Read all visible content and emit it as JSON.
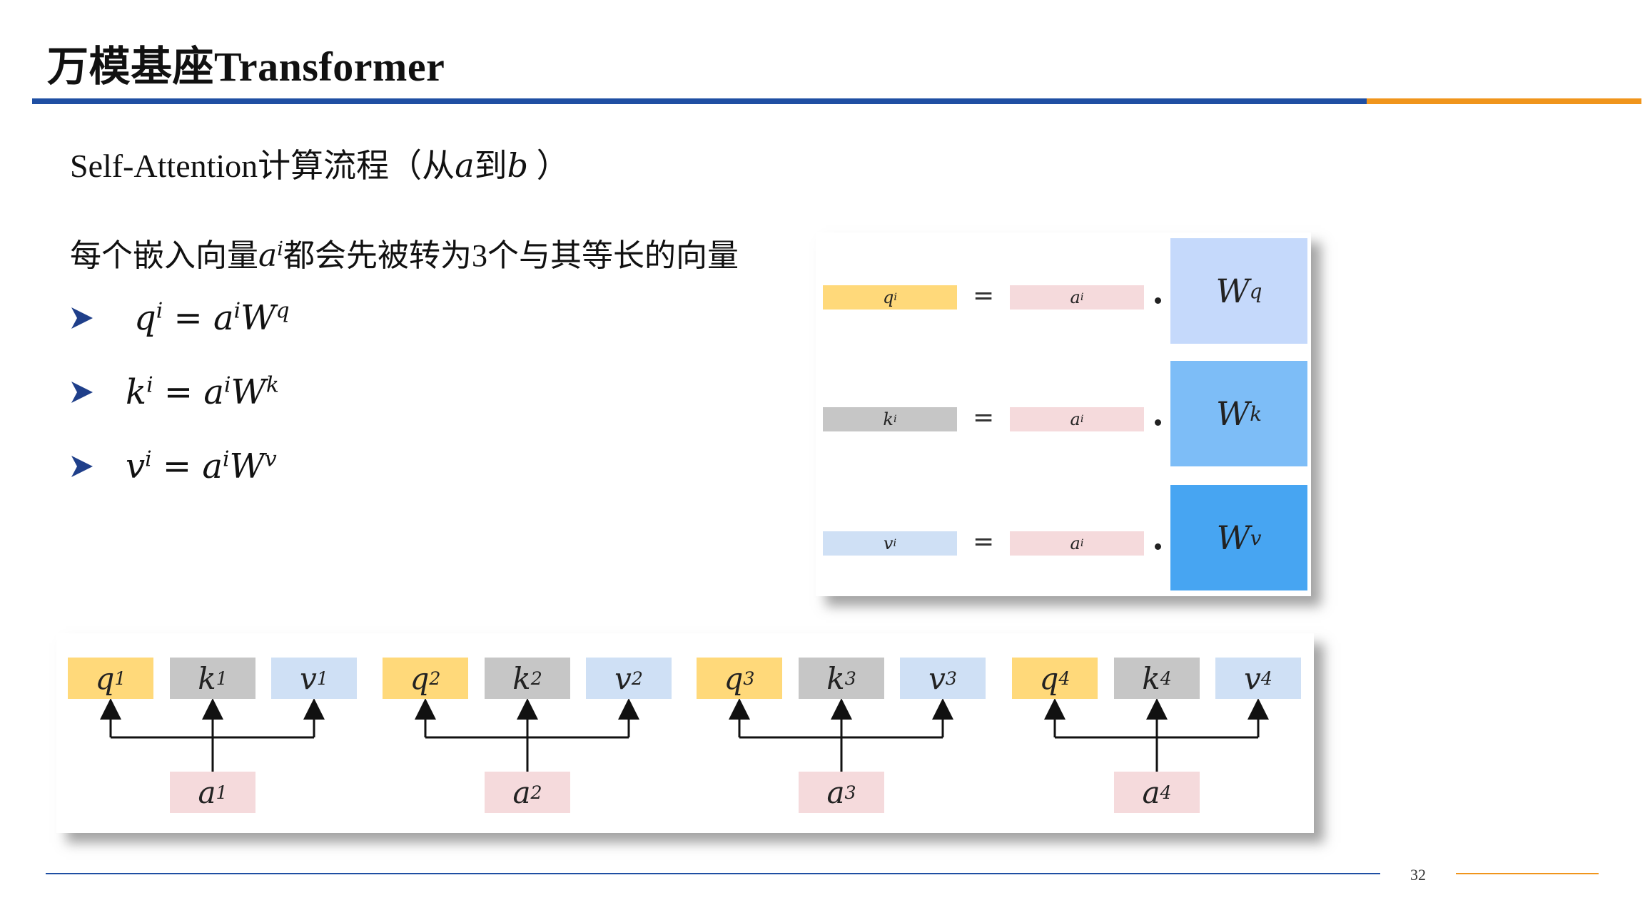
{
  "slide": {
    "title": "万模基座Transformer",
    "subtitle_pre": "Self-Attention计算流程（从",
    "subtitle_a": "a",
    "subtitle_mid": "到",
    "subtitle_b": "b",
    "subtitle_post": " ）",
    "intro_pre": "每个嵌入向量",
    "intro_var": "a",
    "intro_sup": "i",
    "intro_post": "都会先被转为3个与其等长的向量",
    "page_number": "32"
  },
  "equations": [
    {
      "lhs": "q",
      "lhs_sup": "i",
      "op": " = ",
      "rhs": "a",
      "rhs_sup": "i",
      "w": "W",
      "w_sup": "q"
    },
    {
      "lhs": "k",
      "lhs_sup": "i",
      "op": " = ",
      "rhs": "a",
      "rhs_sup": "i",
      "w": "W",
      "w_sup": "k"
    },
    {
      "lhs": "v",
      "lhs_sup": "i",
      "op": " = ",
      "rhs": "a",
      "rhs_sup": "i",
      "w": "W",
      "w_sup": "v"
    }
  ],
  "matrix_panel": {
    "rows": [
      {
        "vec": "q",
        "sup": "i",
        "equals": "=",
        "input": "a",
        "input_sup": "i",
        "w": "W",
        "w_sup": "q",
        "vec_color": "#ffd97a",
        "w_color": "#c5d9fb"
      },
      {
        "vec": "k",
        "sup": "i",
        "equals": "=",
        "input": "a",
        "input_sup": "i",
        "w": "W",
        "w_sup": "k",
        "vec_color": "#c6c6c6",
        "w_color": "#7dbdf7"
      },
      {
        "vec": "v",
        "sup": "i",
        "equals": "=",
        "input": "a",
        "input_sup": "i",
        "w": "W",
        "w_sup": "v",
        "vec_color": "#cfe0f5",
        "w_color": "#47a5f2"
      }
    ],
    "input_color": "#f5dadc"
  },
  "groups": [
    {
      "q": "q",
      "k": "k",
      "v": "v",
      "a": "a",
      "idx": "1"
    },
    {
      "q": "q",
      "k": "k",
      "v": "v",
      "a": "a",
      "idx": "2"
    },
    {
      "q": "q",
      "k": "k",
      "v": "v",
      "a": "a",
      "idx": "3"
    },
    {
      "q": "q",
      "k": "k",
      "v": "v",
      "a": "a",
      "idx": "4"
    }
  ],
  "colors": {
    "q": "#ffd97a",
    "k": "#c6c6c6",
    "v": "#cfe0f5",
    "a": "#f5dadc",
    "accent_blue": "#1f4fa3",
    "accent_orange": "#f0951c",
    "bullet_arrow": "#1f3f8a"
  }
}
